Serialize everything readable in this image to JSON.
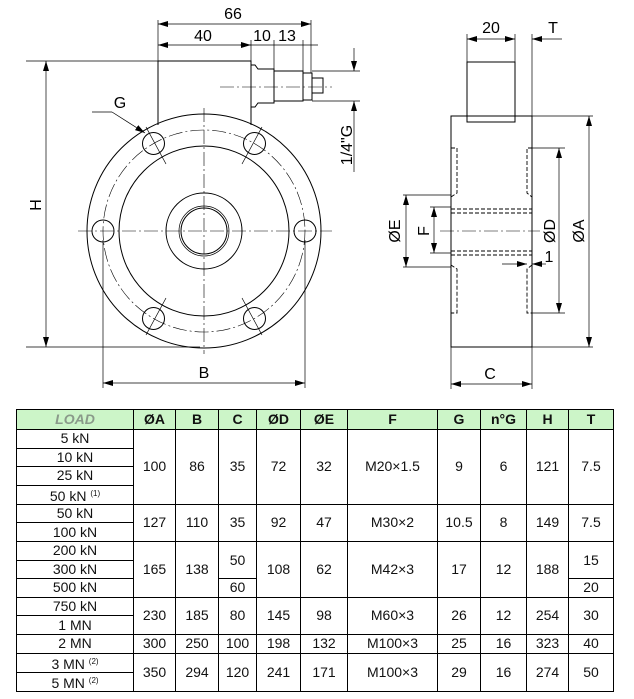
{
  "drawing": {
    "front_view": {
      "dim_overall_length": "66",
      "dim_body": "40",
      "dim_step": "10",
      "dim_connector": "13",
      "label_hole": "G",
      "label_thread": "1/4\"G",
      "label_height": "H",
      "label_bolt_circle": "B"
    },
    "side_view": {
      "dim_block_width": "20",
      "label_T": "T",
      "label_A": "ØA",
      "label_D": "ØD",
      "label_E": "ØE",
      "label_F": "F",
      "label_C": "C",
      "dim_recess": "1"
    }
  },
  "table": {
    "headers": [
      "LOAD",
      "ØA",
      "B",
      "C",
      "ØD",
      "ØE",
      "F",
      "G",
      "n°G",
      "H",
      "T"
    ],
    "header_color": "#ccf5c8",
    "groups": [
      {
        "loads": [
          {
            "text": "5 kN"
          },
          {
            "text": "10 kN"
          },
          {
            "text": "25 kN"
          },
          {
            "text": "50 kN",
            "note": "(1)"
          }
        ],
        "A": "100",
        "B": "86",
        "C": [
          {
            "v": "35",
            "span": 4
          }
        ],
        "D": "72",
        "E": "32",
        "F": "M20×1.5",
        "G": "9",
        "nG": "6",
        "H": "121",
        "T": [
          {
            "v": "7.5",
            "span": 4
          }
        ]
      },
      {
        "loads": [
          {
            "text": "50 kN"
          },
          {
            "text": "100 kN"
          }
        ],
        "A": "127",
        "B": "110",
        "C": [
          {
            "v": "35",
            "span": 2
          }
        ],
        "D": "92",
        "E": "47",
        "F": "M30×2",
        "G": "10.5",
        "nG": "8",
        "H": "149",
        "T": [
          {
            "v": "7.5",
            "span": 2
          }
        ]
      },
      {
        "loads": [
          {
            "text": "200 kN"
          },
          {
            "text": "300 kN"
          },
          {
            "text": "500 kN"
          }
        ],
        "A": "165",
        "B": "138",
        "C": [
          {
            "v": "50",
            "span": 2
          },
          {
            "v": "60",
            "span": 1
          }
        ],
        "D": "108",
        "E": "62",
        "F": "M42×3",
        "G": "17",
        "nG": "12",
        "H": "188",
        "T": [
          {
            "v": "15",
            "span": 2
          },
          {
            "v": "20",
            "span": 1
          }
        ]
      },
      {
        "loads": [
          {
            "text": "750 kN"
          },
          {
            "text": "1 MN"
          }
        ],
        "A": "230",
        "B": "185",
        "C": [
          {
            "v": "80",
            "span": 2
          }
        ],
        "D": "145",
        "E": "98",
        "F": "M60×3",
        "G": "26",
        "nG": "12",
        "H": "254",
        "T": [
          {
            "v": "30",
            "span": 2
          }
        ]
      },
      {
        "loads": [
          {
            "text": "2 MN"
          }
        ],
        "A": "300",
        "B": "250",
        "C": [
          {
            "v": "100",
            "span": 1
          }
        ],
        "D": "198",
        "E": "132",
        "F": "M100×3",
        "G": "25",
        "nG": "16",
        "H": "323",
        "T": [
          {
            "v": "40",
            "span": 1
          }
        ]
      },
      {
        "loads": [
          {
            "text": "3 MN",
            "note": "(2)"
          },
          {
            "text": "5 MN",
            "note": "(2)"
          }
        ],
        "A": "350",
        "B": "294",
        "C": [
          {
            "v": "120",
            "span": 2
          }
        ],
        "D": "241",
        "E": "171",
        "F": "M100×3",
        "G": "29",
        "nG": "16",
        "H": "274",
        "T": [
          {
            "v": "50",
            "span": 2
          }
        ]
      }
    ]
  }
}
